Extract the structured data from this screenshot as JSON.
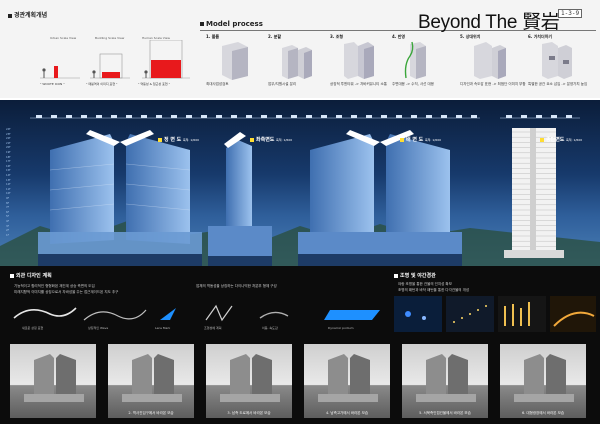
{
  "header": {
    "brand": "Beyond The 賢岩",
    "brand_tag": "1-3-9"
  },
  "scale_view": {
    "title": "경관계획개념",
    "labels": [
      "Urban Scale View",
      "Building Scale View",
      "Human Scale View"
    ],
    "notes": [
      "\" WOOTE ICON \"",
      "\" 매봉역의 이미지 표현 \"",
      "\" 역동성 & 접근성 표현 \""
    ],
    "accent": "#e8191c"
  },
  "model_process": {
    "title": "Model process",
    "steps": [
      {
        "step": "1. 볼륨",
        "desc": "최대사업성검토"
      },
      {
        "step": "2. 분할",
        "desc": "업무/지원시설 분리"
      },
      {
        "step": "3. 조형",
        "desc": "상징적 투윈타워\n-> 자바커뮤니티 소통"
      },
      {
        "step": "4. 반영",
        "desc": "주변대응\n-> 수직, 사선 대응"
      },
      {
        "step": "5. 상대위치",
        "desc": "디자인과 속도감 표현\n-> 최첨단 이미지 부합"
      },
      {
        "step": "6. 가치더하기",
        "desc": "특별한 공간 요소 삽입\n-> 분양가치 높임"
      }
    ],
    "accent_green": "#3aa63a"
  },
  "elevations": {
    "labels": [
      {
        "name": "정 면 도",
        "scale": "축척: 1/600"
      },
      {
        "name": "좌측면도",
        "scale": "축척: 1/600"
      },
      {
        "name": "배 면 도",
        "scale": "축척: 1/600"
      },
      {
        "name": "종단면도",
        "scale": "축척: 1/600"
      }
    ],
    "levels": [
      "24F",
      "23F",
      "22F",
      "21F",
      "20F",
      "19F",
      "18F",
      "17F",
      "16F",
      "15F",
      "14F",
      "13F",
      "12F",
      "11F",
      "10F",
      "9F",
      "8F",
      "7F",
      "6F",
      "5F",
      "4F",
      "3F",
      "2F",
      "1F"
    ]
  },
  "design_strategy": {
    "title": "외관 디자인 계획",
    "lines": [
      "기능적이고 합리적인 형형화된 재건계 상승 측면의 도입",
      "미래지향적 이미지를 상징으로서 자바성을 주는 접근계이드된 지도 추구"
    ],
    "concept": "업체의 역동성을 상징하는 다이나믹한 처분부 형체 구성",
    "captions": [
      "새로운 상징 표현",
      "상징적인 Wave",
      "Lens Mark",
      "조형성에 계획",
      "이동, 속도감",
      "Dynamic podium"
    ],
    "accent_blue": "#1e90ff"
  },
  "lighting": {
    "title": "조명 및 야간경관",
    "lines": [
      "야랑 조명을 통한 건물의 인지성 확보",
      "조명의 패턴과 바닥 패턴을 통한 다각건물의 개성"
    ]
  },
  "perspectives": [
    {
      "caption": ""
    },
    {
      "caption": "2. 역사진입구에서 바라본 모습"
    },
    {
      "caption": "3. 남측 도로에서 바라본 모습"
    },
    {
      "caption": "4. 남측고가에서 바라본 모습"
    },
    {
      "caption": "5. 서북측인접건물에서 바라본 모습"
    },
    {
      "caption": "6. 대형광장에서 바라본 모습"
    }
  ]
}
